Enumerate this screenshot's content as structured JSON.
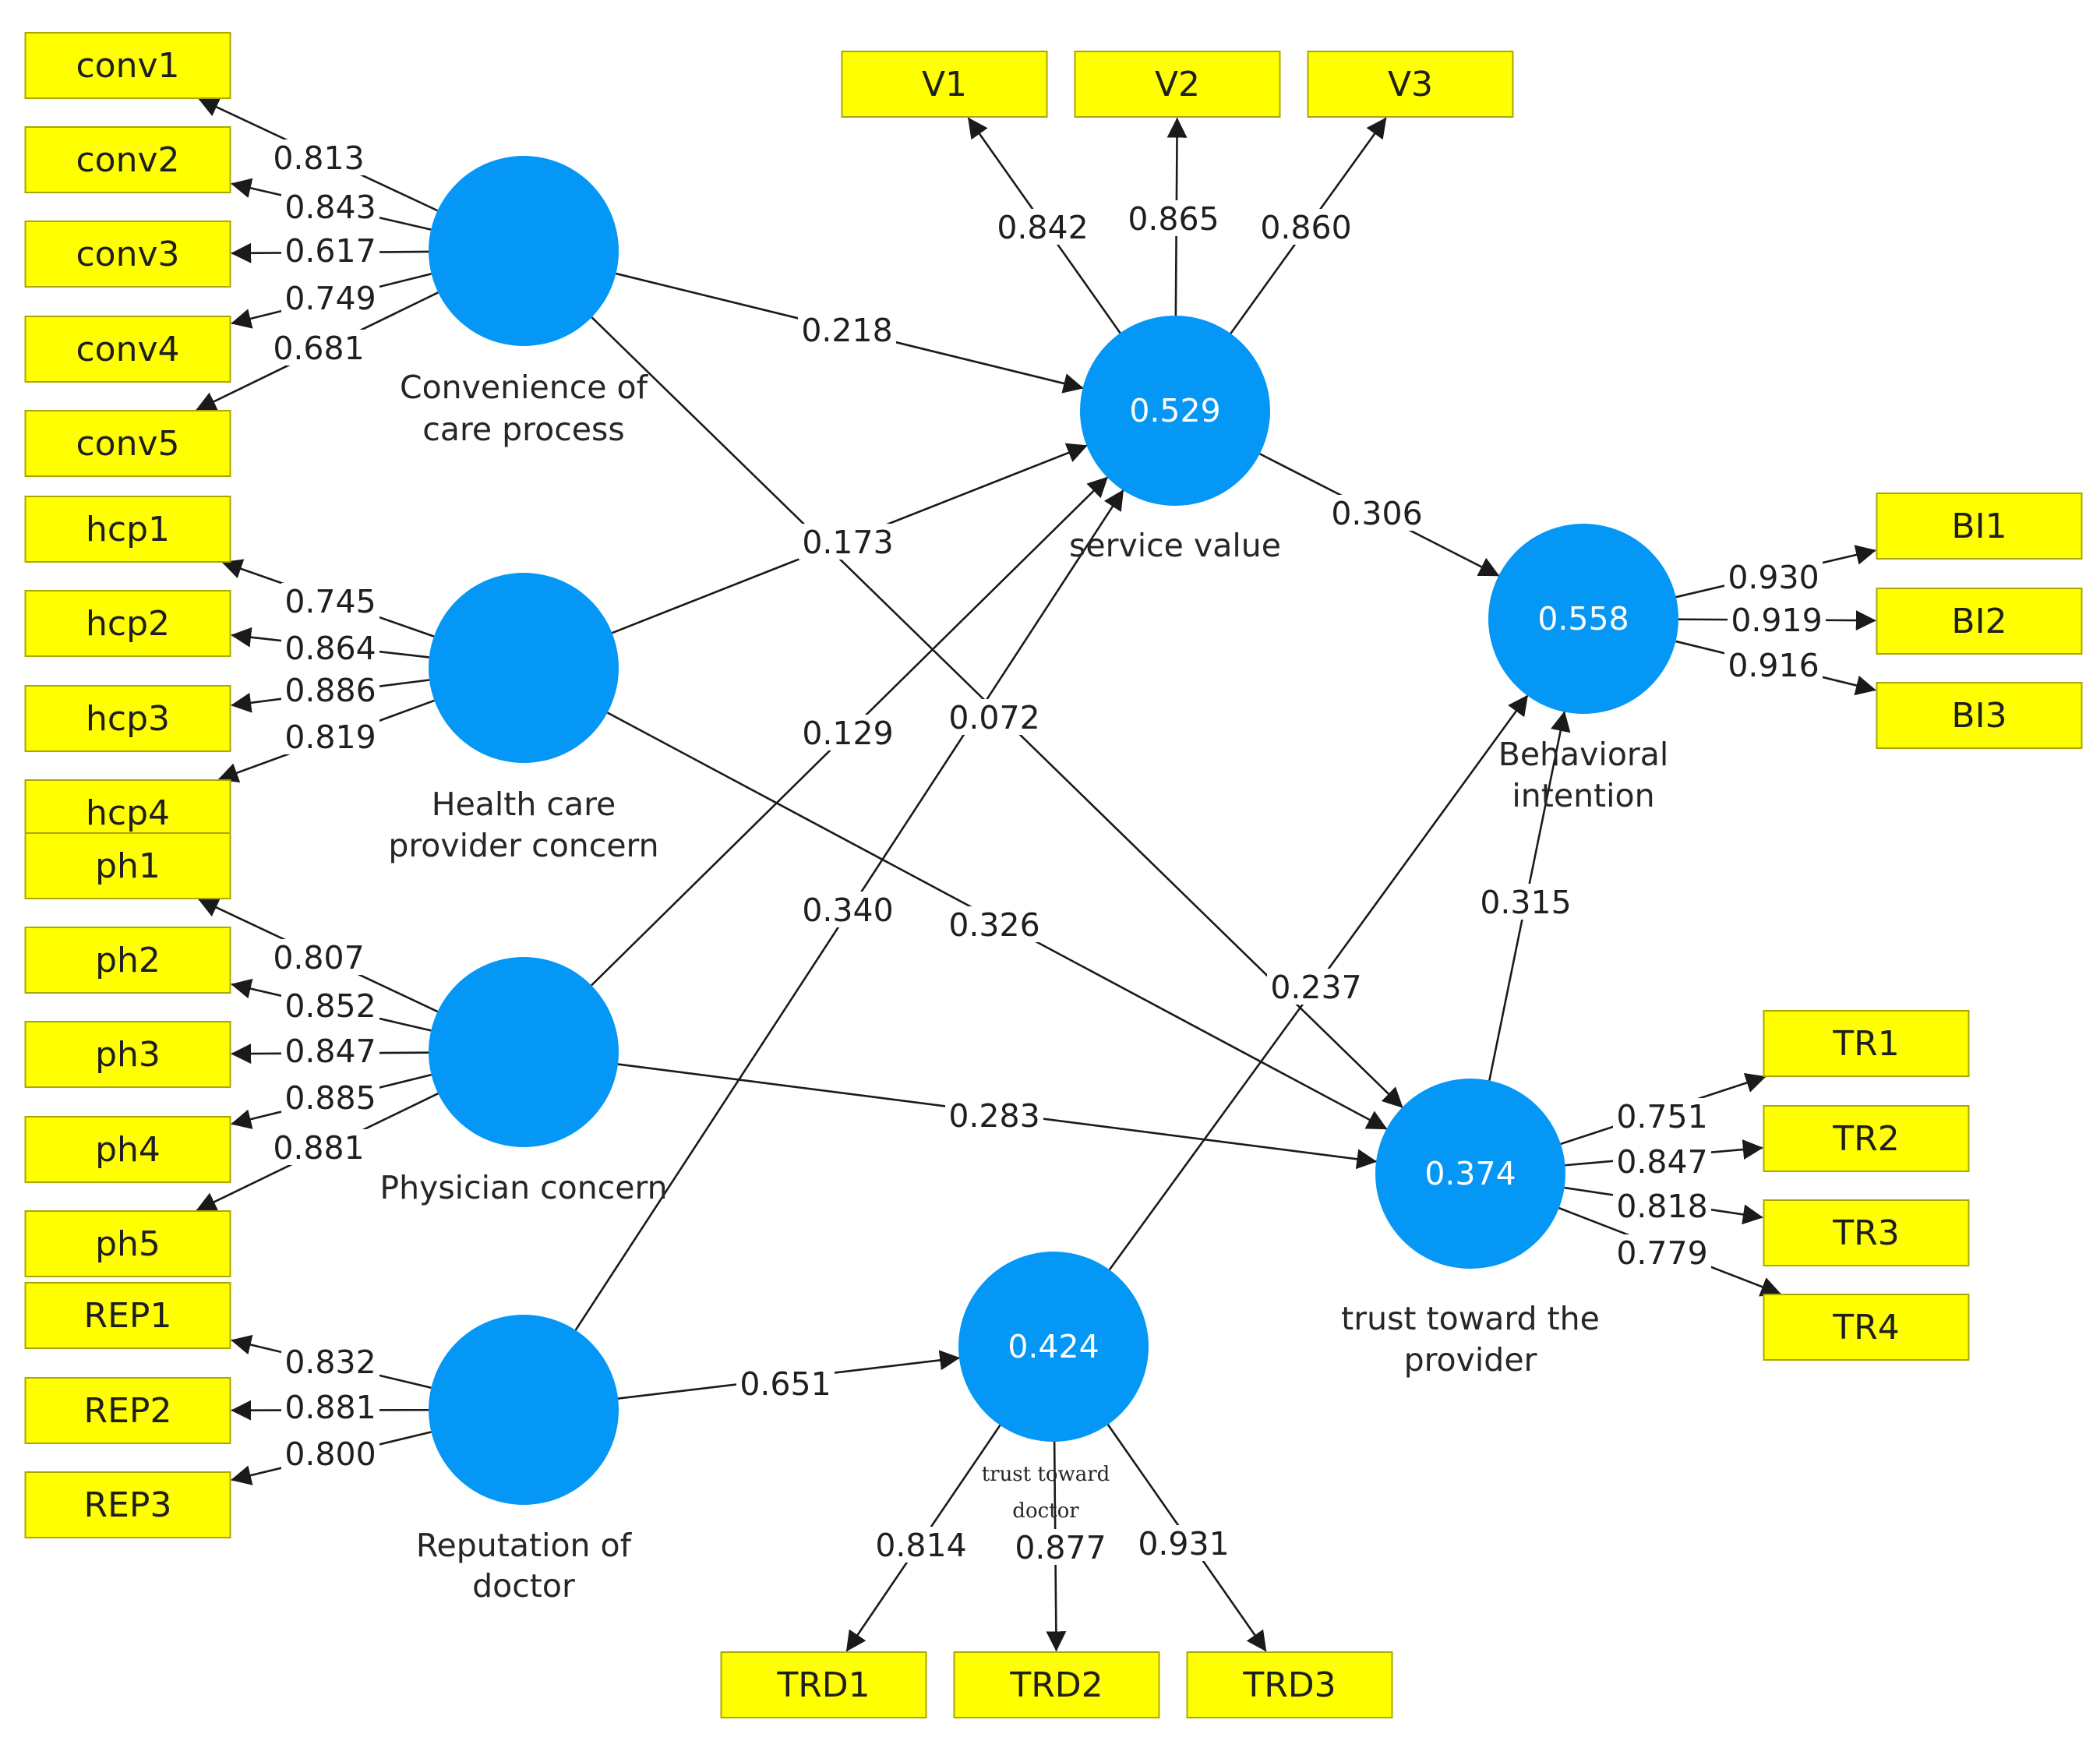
{
  "colors": {
    "indicator_fill": "#ffff00",
    "indicator_stroke": "#a8a800",
    "construct_fill": "#0497f6",
    "line": "#1a1a1a"
  },
  "constructs": {
    "conv": {
      "label": [
        "Convenience of",
        "care process"
      ],
      "value": ""
    },
    "hcp": {
      "label": [
        "Health care",
        "provider concern"
      ],
      "value": ""
    },
    "ph": {
      "label": [
        "Physician concern"
      ],
      "value": ""
    },
    "rep": {
      "label": [
        "Reputation of",
        "doctor"
      ],
      "value": ""
    },
    "sv": {
      "label": [
        "service value"
      ],
      "value": "0.529"
    },
    "bi": {
      "label": [
        "Behavioral",
        "intention"
      ],
      "value": "0.558"
    },
    "trp": {
      "label": [
        "trust toward the",
        "provider"
      ],
      "value": "0.374"
    },
    "trd": {
      "label": [
        "trust toward",
        "doctor"
      ],
      "value": "0.424"
    }
  },
  "indicators": [
    {
      "id": "conv1",
      "label": "conv1"
    },
    {
      "id": "conv2",
      "label": "conv2"
    },
    {
      "id": "conv3",
      "label": "conv3"
    },
    {
      "id": "conv4",
      "label": "conv4"
    },
    {
      "id": "conv5",
      "label": "conv5"
    },
    {
      "id": "hcp1",
      "label": "hcp1"
    },
    {
      "id": "hcp2",
      "label": "hcp2"
    },
    {
      "id": "hcp3",
      "label": "hcp3"
    },
    {
      "id": "hcp4",
      "label": "hcp4"
    },
    {
      "id": "ph1",
      "label": "ph1"
    },
    {
      "id": "ph2",
      "label": "ph2"
    },
    {
      "id": "ph3",
      "label": "ph3"
    },
    {
      "id": "ph4",
      "label": "ph4"
    },
    {
      "id": "ph5",
      "label": "ph5"
    },
    {
      "id": "REP1",
      "label": "REP1"
    },
    {
      "id": "REP2",
      "label": "REP2"
    },
    {
      "id": "REP3",
      "label": "REP3"
    },
    {
      "id": "V1",
      "label": "V1"
    },
    {
      "id": "V2",
      "label": "V2"
    },
    {
      "id": "V3",
      "label": "V3"
    },
    {
      "id": "BI1",
      "label": "BI1"
    },
    {
      "id": "BI2",
      "label": "BI2"
    },
    {
      "id": "BI3",
      "label": "BI3"
    },
    {
      "id": "TR1",
      "label": "TR1"
    },
    {
      "id": "TR2",
      "label": "TR2"
    },
    {
      "id": "TR3",
      "label": "TR3"
    },
    {
      "id": "TR4",
      "label": "TR4"
    },
    {
      "id": "TRD1",
      "label": "TRD1"
    },
    {
      "id": "TRD2",
      "label": "TRD2"
    },
    {
      "id": "TRD3",
      "label": "TRD3"
    }
  ],
  "loadings": [
    {
      "construct": "conv",
      "indicator": "conv1",
      "value": "0.813"
    },
    {
      "construct": "conv",
      "indicator": "conv2",
      "value": "0.843"
    },
    {
      "construct": "conv",
      "indicator": "conv3",
      "value": "0.617"
    },
    {
      "construct": "conv",
      "indicator": "conv4",
      "value": "0.749"
    },
    {
      "construct": "conv",
      "indicator": "conv5",
      "value": "0.681"
    },
    {
      "construct": "hcp",
      "indicator": "hcp1",
      "value": "0.745"
    },
    {
      "construct": "hcp",
      "indicator": "hcp2",
      "value": "0.864"
    },
    {
      "construct": "hcp",
      "indicator": "hcp3",
      "value": "0.886"
    },
    {
      "construct": "hcp",
      "indicator": "hcp4",
      "value": "0.819"
    },
    {
      "construct": "ph",
      "indicator": "ph1",
      "value": "0.807"
    },
    {
      "construct": "ph",
      "indicator": "ph2",
      "value": "0.852"
    },
    {
      "construct": "ph",
      "indicator": "ph3",
      "value": "0.847"
    },
    {
      "construct": "ph",
      "indicator": "ph4",
      "value": "0.885"
    },
    {
      "construct": "ph",
      "indicator": "ph5",
      "value": "0.881"
    },
    {
      "construct": "rep",
      "indicator": "REP1",
      "value": "0.832"
    },
    {
      "construct": "rep",
      "indicator": "REP2",
      "value": "0.881"
    },
    {
      "construct": "rep",
      "indicator": "REP3",
      "value": "0.800"
    },
    {
      "construct": "sv",
      "indicator": "V1",
      "value": "0.842"
    },
    {
      "construct": "sv",
      "indicator": "V2",
      "value": "0.865"
    },
    {
      "construct": "sv",
      "indicator": "V3",
      "value": "0.860"
    },
    {
      "construct": "bi",
      "indicator": "BI1",
      "value": "0.930"
    },
    {
      "construct": "bi",
      "indicator": "BI2",
      "value": "0.919"
    },
    {
      "construct": "bi",
      "indicator": "BI3",
      "value": "0.916"
    },
    {
      "construct": "trp",
      "indicator": "TR1",
      "value": "0.751"
    },
    {
      "construct": "trp",
      "indicator": "TR2",
      "value": "0.847"
    },
    {
      "construct": "trp",
      "indicator": "TR3",
      "value": "0.818"
    },
    {
      "construct": "trp",
      "indicator": "TR4",
      "value": "0.779"
    },
    {
      "construct": "trd",
      "indicator": "TRD1",
      "value": "0.814"
    },
    {
      "construct": "trd",
      "indicator": "TRD2",
      "value": "0.877"
    },
    {
      "construct": "trd",
      "indicator": "TRD3",
      "value": "0.931"
    }
  ],
  "paths": [
    {
      "from": "conv",
      "to": "sv",
      "value": "0.218"
    },
    {
      "from": "conv",
      "to": "trp",
      "value": "0.072"
    },
    {
      "from": "hcp",
      "to": "sv",
      "value": "0.173"
    },
    {
      "from": "hcp",
      "to": "trp",
      "value": "0.326"
    },
    {
      "from": "ph",
      "to": "sv",
      "value": "0.129"
    },
    {
      "from": "ph",
      "to": "trp",
      "value": "0.283"
    },
    {
      "from": "rep",
      "to": "sv",
      "value": "0.340"
    },
    {
      "from": "rep",
      "to": "trd",
      "value": "0.651"
    },
    {
      "from": "sv",
      "to": "bi",
      "value": "0.306"
    },
    {
      "from": "trp",
      "to": "bi",
      "value": "0.315"
    },
    {
      "from": "trd",
      "to": "bi",
      "value": "0.237"
    }
  ]
}
